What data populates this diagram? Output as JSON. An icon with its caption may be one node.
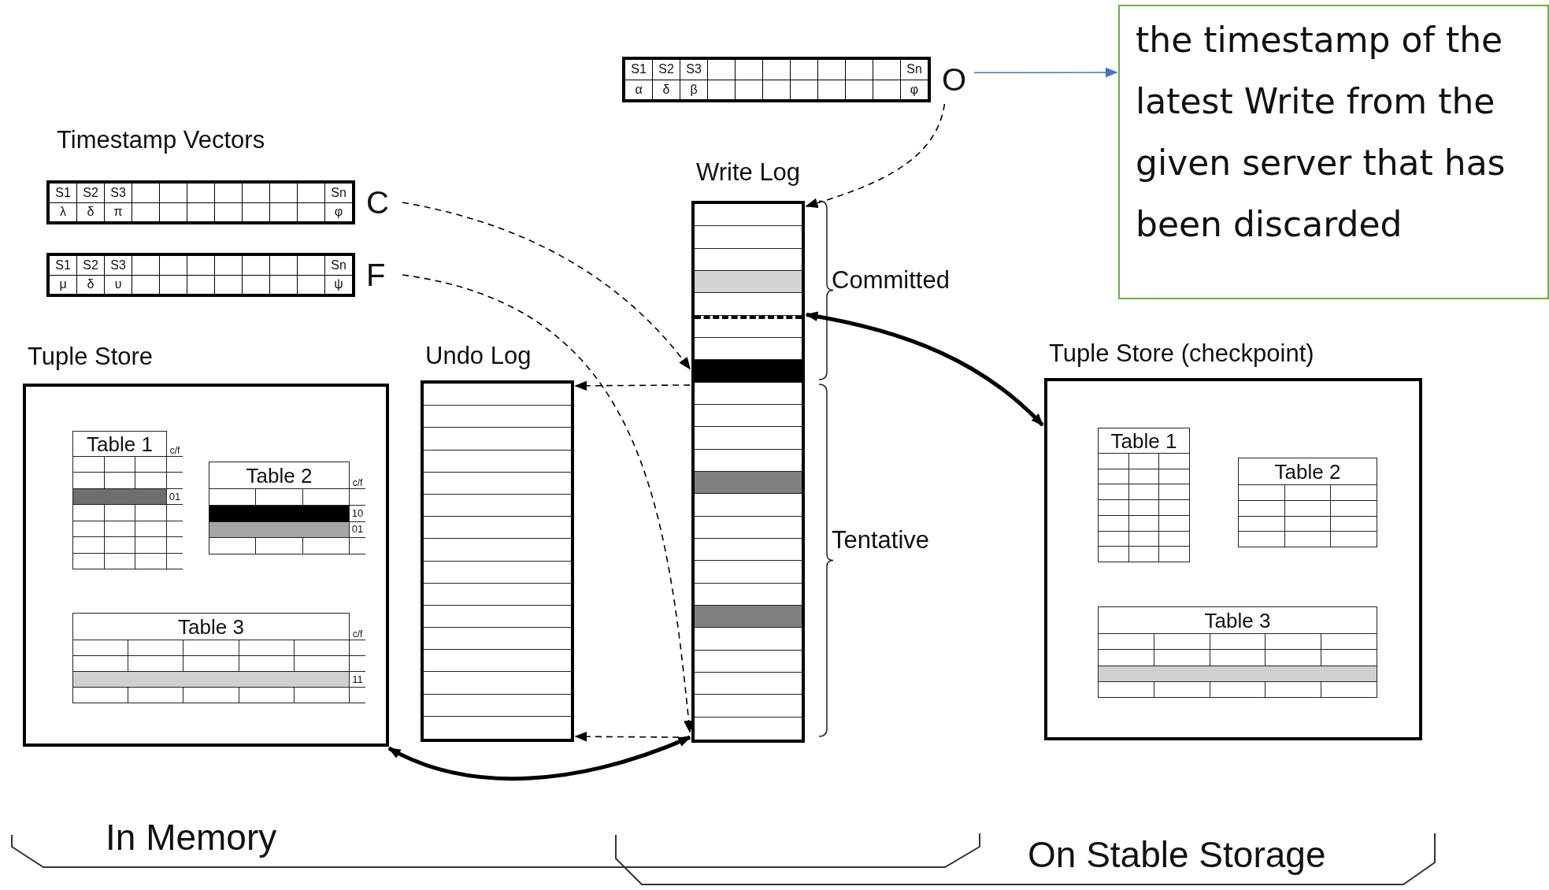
{
  "diagram": {
    "nodes": [
      {
        "text": [
          "the timestamp of the latest Write from the given server that has been discarded"
        ]
      },
      {
        "text": [
          "S1",
          "S2",
          "S3",
          "Sn",
          "α",
          "δ",
          "β",
          "φ"
        ],
        "beside": [
          "O"
        ]
      },
      {
        "text": [
          "S1",
          "S2",
          "S3",
          "Sn",
          "λ",
          "δ",
          "π",
          "φ"
        ],
        "beside": [
          "C"
        ]
      },
      {
        "text": [
          "S1",
          "S2",
          "S3",
          "Sn",
          "μ",
          "δ",
          "υ",
          "ψ"
        ],
        "beside": [
          "F"
        ]
      },
      {
        "text": [
          "Write Log"
        ],
        "beside": [
          "Committed",
          "Tentative"
        ]
      },
      {
        "text": [
          "Undo Log"
        ]
      },
      {
        "text": [
          "Tuple Store"
        ]
      },
      {
        "text": [
          "Table 1",
          "c/f",
          "01"
        ],
        "in": 6
      },
      {
        "text": [
          "Table 2",
          "c/f",
          "10",
          "01"
        ],
        "in": 6
      },
      {
        "text": [
          "Table 3",
          "c/f",
          "11"
        ],
        "in": 6
      },
      {
        "text": [
          "Tuple Store (checkpoint)"
        ]
      },
      {
        "text": [
          "Table 1"
        ],
        "in": 10
      },
      {
        "text": [
          "Table 2"
        ],
        "in": 10
      },
      {
        "text": [
          "Table 3"
        ],
        "in": 10
      }
    ],
    "edges": [
      {
        "from": 1,
        "to": 0,
        "arrow": "to",
        "color": "#4472c4"
      },
      {
        "from": 1,
        "to": 4,
        "arrow": "to",
        "style": "dashed"
      },
      {
        "from": 2,
        "to": 4,
        "arrow": "to",
        "style": "dashed"
      },
      {
        "from": 3,
        "to": 4,
        "arrow": "to",
        "style": "dashed"
      },
      {
        "from": 4,
        "to": 10,
        "arrow": "both",
        "style": "thick"
      },
      {
        "from": 4,
        "to": 5,
        "arrow": "to",
        "style": "dashed"
      },
      {
        "from": 4,
        "to": 5,
        "arrow": "to",
        "style": "dashed"
      },
      {
        "from": 6,
        "to": 4,
        "arrow": "both",
        "style": "thick"
      }
    ],
    "labels": [
      "Timestamp Vectors",
      "In Memory",
      "On Stable Storage"
    ]
  }
}
